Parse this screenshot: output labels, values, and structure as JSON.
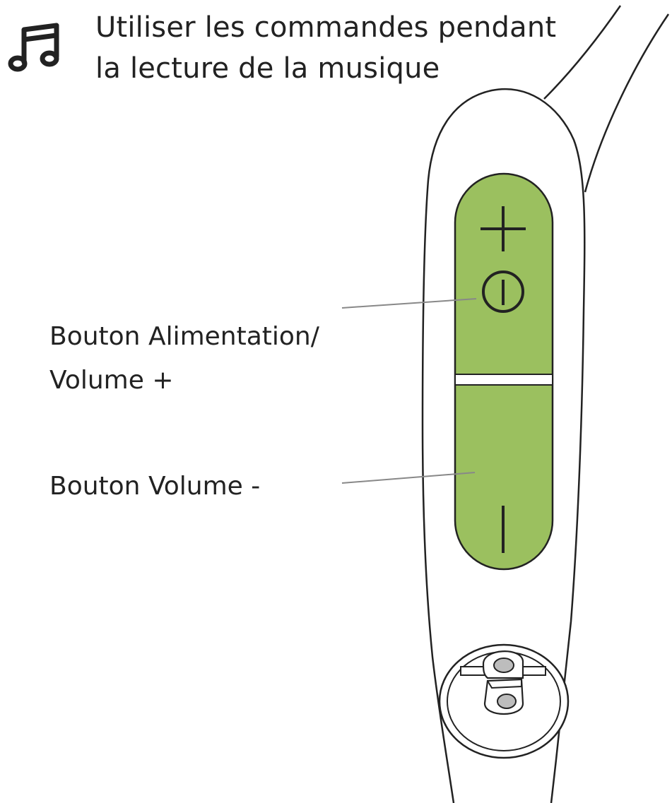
{
  "header": {
    "title_line1": "Utiliser les commandes pendant",
    "title_line2": "la lecture de la musique",
    "icon": "music-note-icon"
  },
  "labels": {
    "power_line1": "Bouton Alimentation/",
    "power_line2": "Volume +",
    "volume_minus": "Bouton Volume -"
  },
  "colors": {
    "button_green": "#9bc05f",
    "outline": "#222222",
    "leader_line": "#888888",
    "connector_grey": "#bdbdbd"
  }
}
